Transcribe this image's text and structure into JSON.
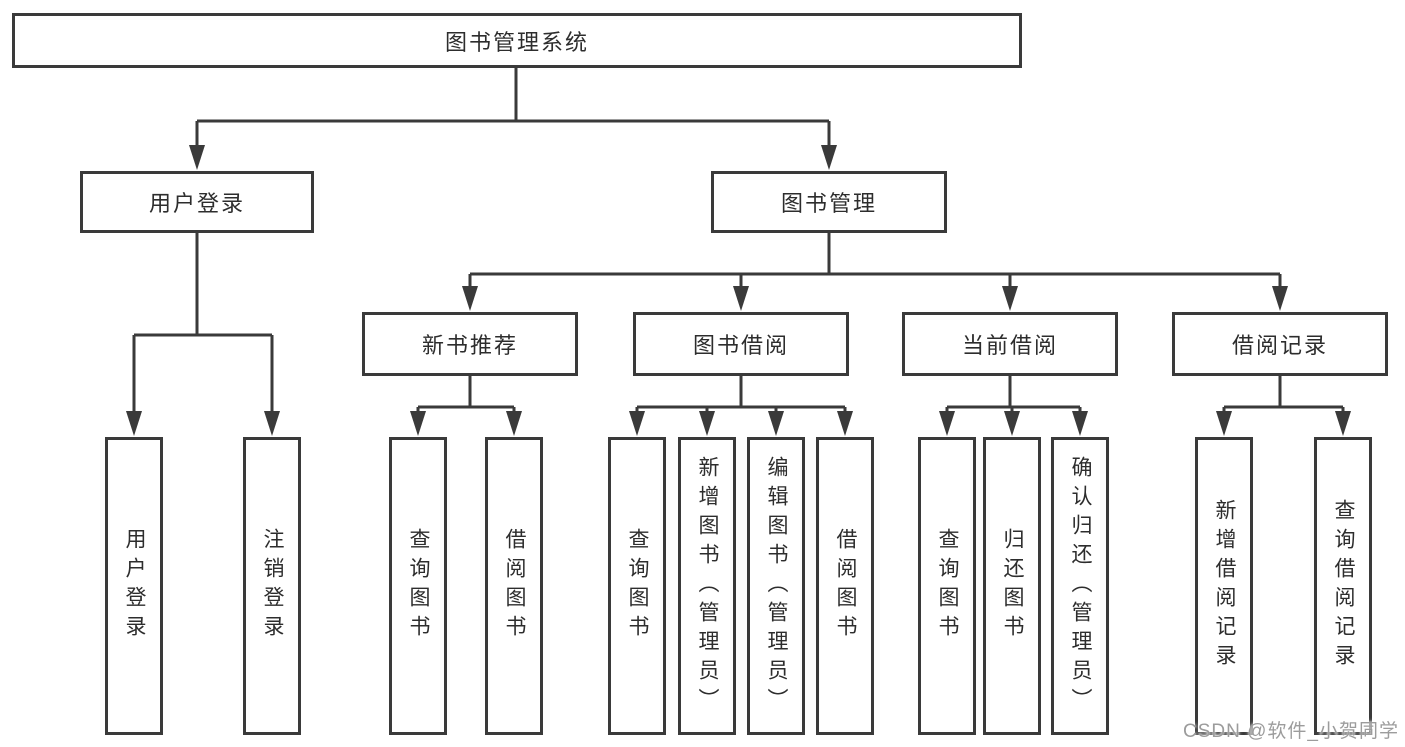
{
  "tree": {
    "label": "图书管理系统",
    "children": [
      {
        "label": "用户登录",
        "children": [
          {
            "label": "用户登录"
          },
          {
            "label": "注销登录"
          }
        ]
      },
      {
        "label": "图书管理",
        "children": [
          {
            "label": "新书推荐",
            "children": [
              {
                "label": "查询图书"
              },
              {
                "label": "借阅图书"
              }
            ]
          },
          {
            "label": "图书借阅",
            "children": [
              {
                "label": "查询图书"
              },
              {
                "label": "新增图书（管理员）"
              },
              {
                "label": "编辑图书（管理员）"
              },
              {
                "label": "借阅图书"
              }
            ]
          },
          {
            "label": "当前借阅",
            "children": [
              {
                "label": "查询图书"
              },
              {
                "label": "归还图书"
              },
              {
                "label": "确认归还（管理员）"
              }
            ]
          },
          {
            "label": "借阅记录",
            "children": [
              {
                "label": "新增借阅记录"
              },
              {
                "label": "查询借阅记录"
              }
            ]
          }
        ]
      }
    ]
  },
  "watermark": {
    "text": "CSDN @软件_小贺同学"
  },
  "colors": {
    "line": "#3a3a3a",
    "border": "#3a3a3a",
    "text": "#2d2d2d",
    "watermark_text": "#9c9c9c",
    "background": "#ffffff"
  }
}
